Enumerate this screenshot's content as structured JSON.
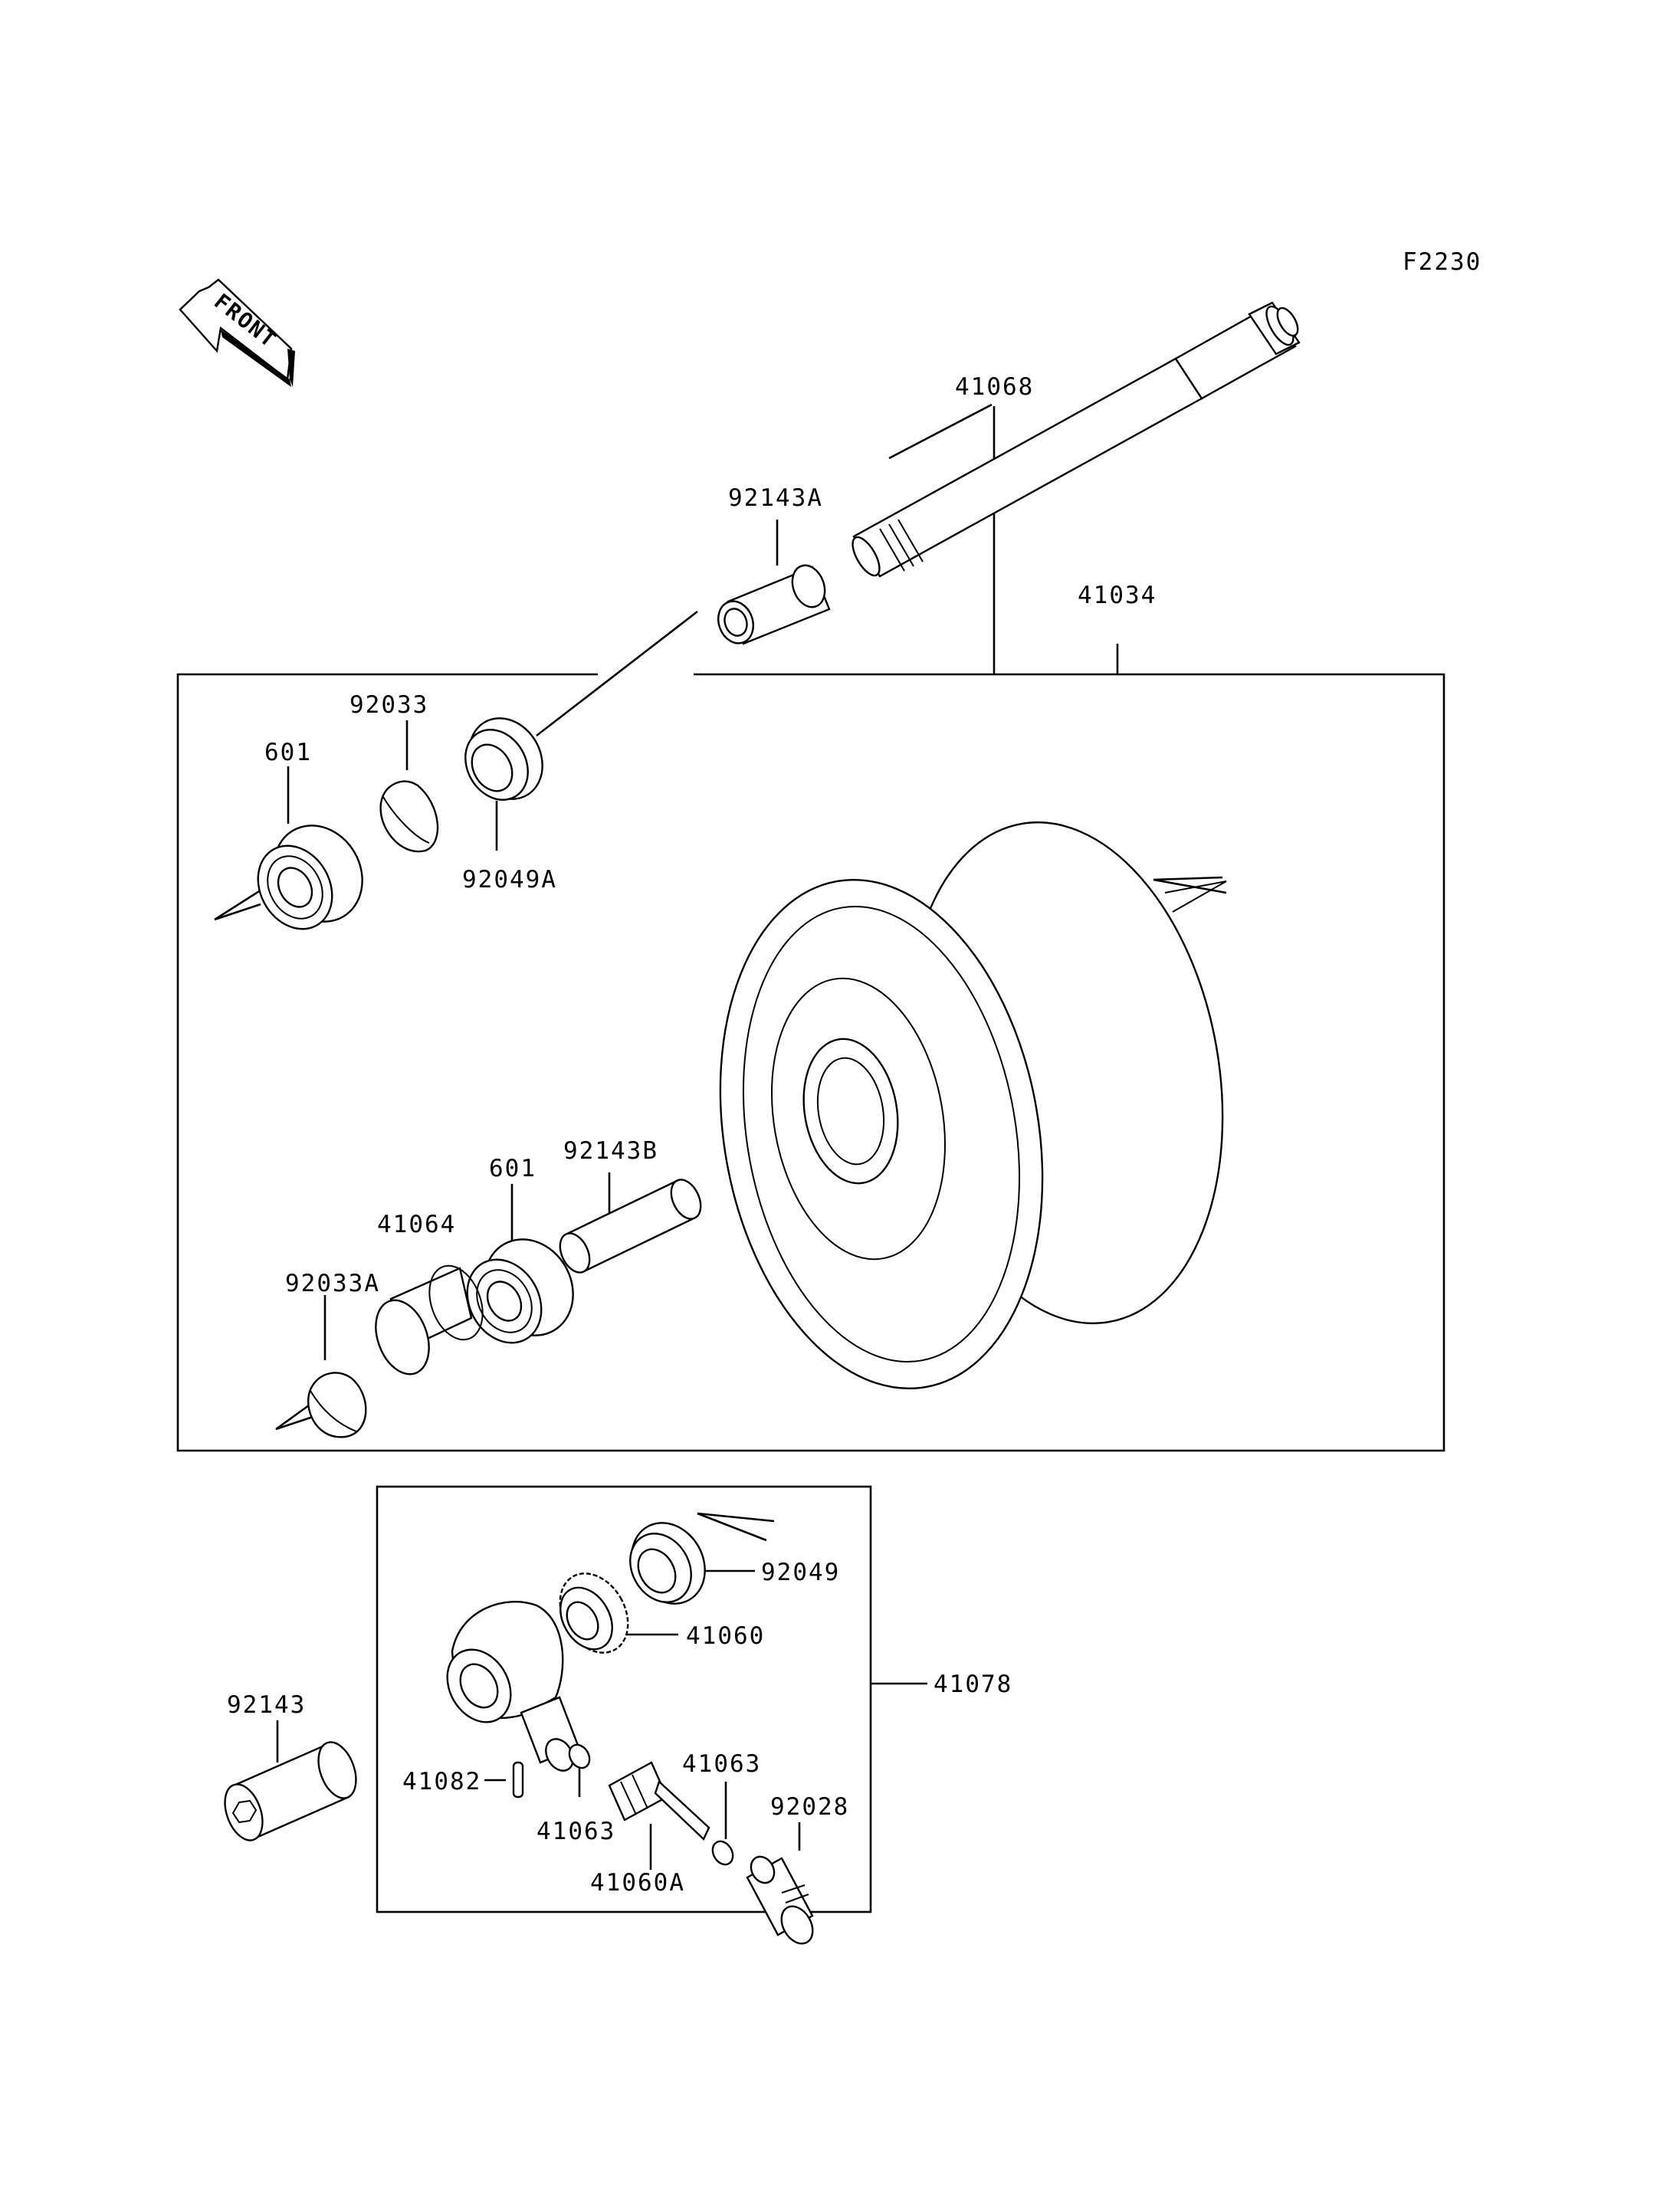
{
  "figure_code": "F2230",
  "front_badge": "FRONT",
  "labels": {
    "axle": "41068",
    "collar_a": "92143A",
    "wheel_assy": "41034",
    "circlip": "92033",
    "bearing_top": "601",
    "oil_seal_a": "92049A",
    "collar_b": "92143B",
    "bearing_bottom": "601",
    "gear_housing_cap": "41064",
    "circlip_a": "92033A",
    "oil_seal": "92049",
    "gear": "41060",
    "gearbox_assy": "41078",
    "collar": "92143",
    "pin": "41082",
    "washer_left": "41063",
    "washer_right": "41063",
    "pinion": "41060A",
    "bushing": "92028"
  }
}
